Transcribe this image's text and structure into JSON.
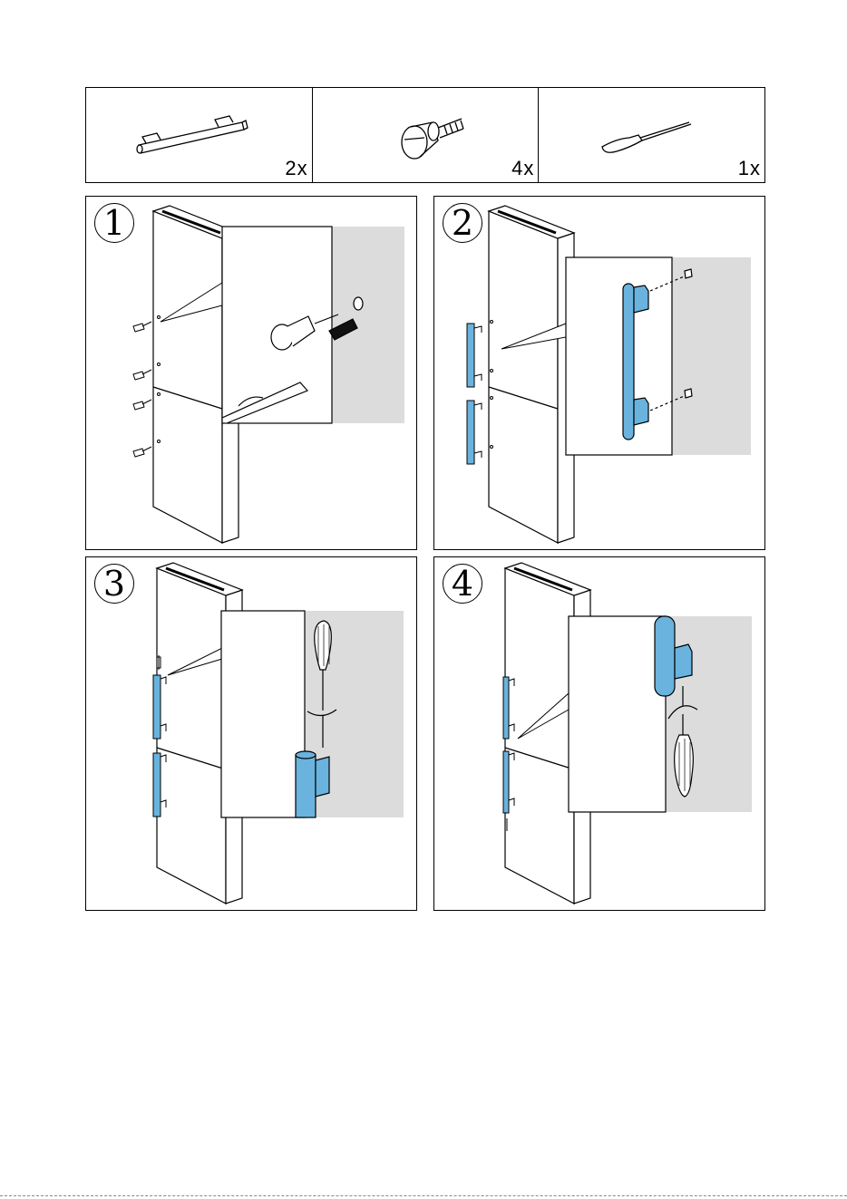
{
  "parts": [
    {
      "icon": "handle-bar-icon",
      "quantity": "2x"
    },
    {
      "icon": "screw-icon",
      "quantity": "4x"
    },
    {
      "icon": "screwdriver-icon",
      "quantity": "1x"
    }
  ],
  "steps": [
    {
      "number": "1"
    },
    {
      "number": "2"
    },
    {
      "number": "3"
    },
    {
      "number": "4"
    }
  ],
  "colors": {
    "handle": "#6ab3de",
    "wall": "#dcdcdc",
    "line": "#000000"
  }
}
